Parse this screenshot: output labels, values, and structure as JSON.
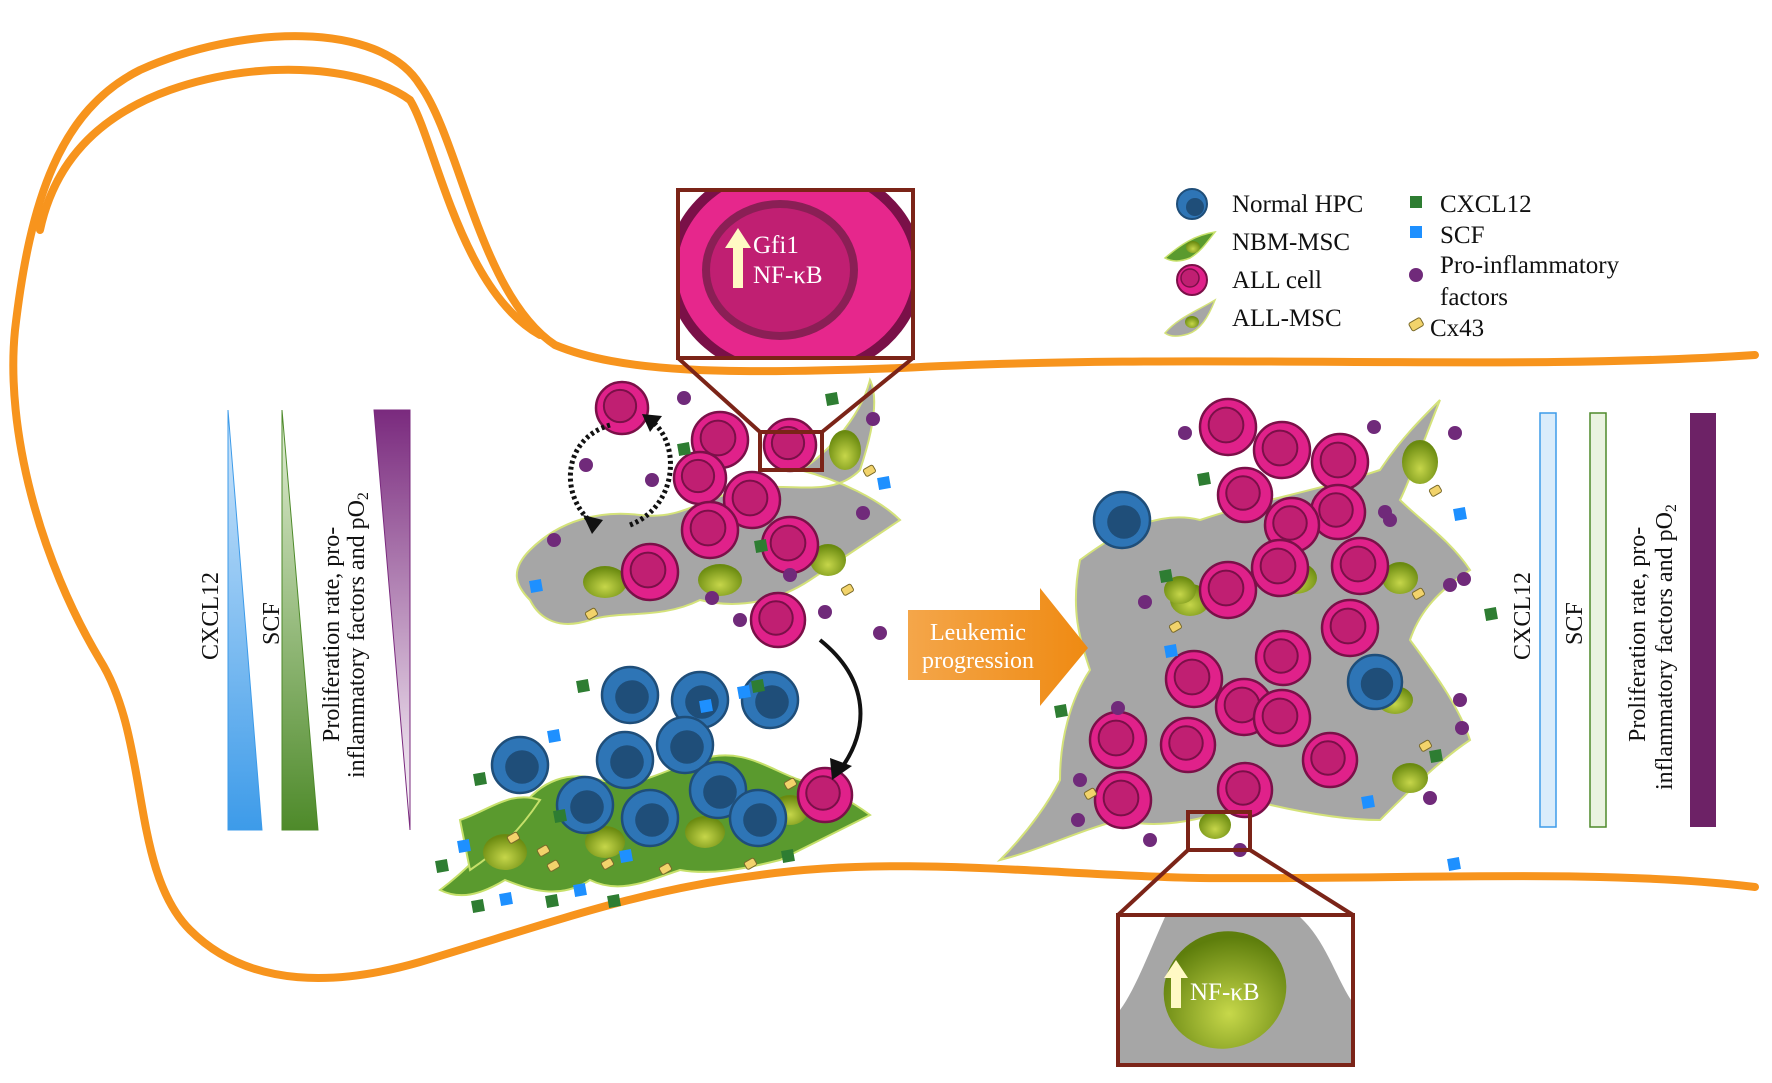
{
  "legend": {
    "normal_hpc": "Normal HPC",
    "nbm_msc": "NBM-MSC",
    "all_cell": "ALL cell",
    "all_msc": "ALL-MSC",
    "cxcl12": "CXCL12",
    "scf": "SCF",
    "pro_inflammatory_line1": "Pro-inflammatory",
    "pro_inflammatory_line2": "factors",
    "cx43": "Cx43"
  },
  "left_gradients": {
    "cxcl12": "CXCL12",
    "scf": "SCF",
    "prolif_line1": "Proliferation rate, pro-",
    "prolif_line2": "inflammatory factors and pO",
    "prolif_sub": "2"
  },
  "right_gradients": {
    "cxcl12": "CXCL12",
    "scf": "SCF",
    "prolif_line1": "Proliferation rate, pro-",
    "prolif_line2": "inflammatory factors and pO",
    "prolif_sub": "2"
  },
  "progression_arrow": {
    "line1": "Leukemic",
    "line2": "progression"
  },
  "top_inset": {
    "line1": "Gfi1",
    "line2": "NF-κB"
  },
  "bottom_inset": {
    "line1": "NF-κB"
  },
  "colors": {
    "bone": "#f7941d",
    "hpc": "#2e75b6",
    "hpc_dark": "#1f4e79",
    "all_cell": "#e0218a",
    "all_cell_dark": "#7a1048",
    "msc_normal": "#5a9a2e",
    "msc_all": "#a6a6a6",
    "nucleus": "#7a9a10",
    "cxcl12": "#2e7d32",
    "scf": "#1e90ff",
    "inflammatory": "#702a7a",
    "cx43": "#f2d36b",
    "inset_border": "#7b2418"
  }
}
